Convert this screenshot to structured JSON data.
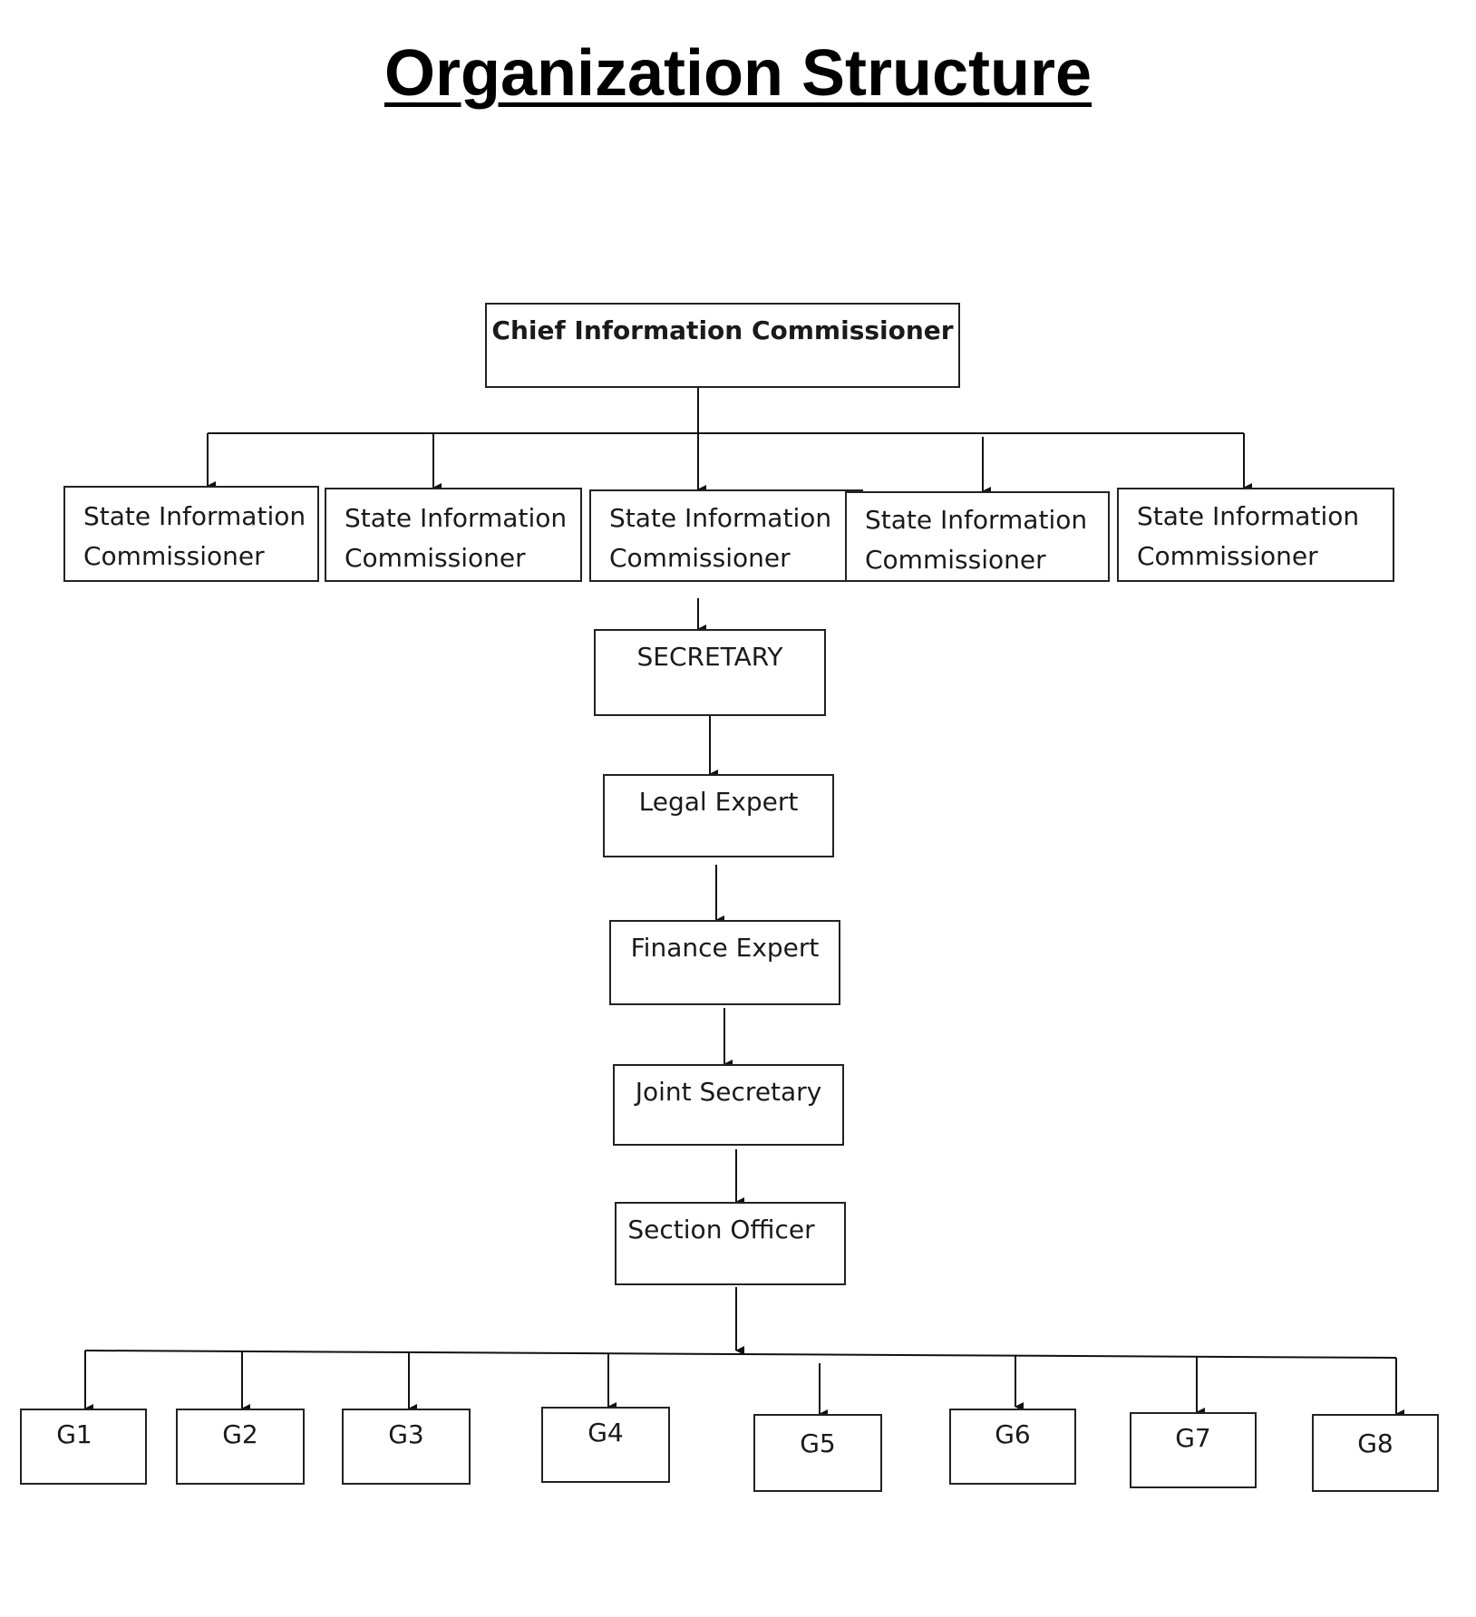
{
  "title": "Organization Structure",
  "chief": "Chief Information Commissioner",
  "commissioners": [
    "State Information Commissioner",
    "State Information Commissioner",
    "State Information Commissioner",
    "State Information Commissioner",
    "State Information Commissioner"
  ],
  "chain": [
    "SECRETARY",
    "Legal Expert",
    "Finance Expert",
    "Joint Secretary",
    "Section Officer"
  ],
  "groups": [
    "G1",
    "G2",
    "G3",
    "G4",
    "G5",
    "G6",
    "G7",
    "G8"
  ]
}
